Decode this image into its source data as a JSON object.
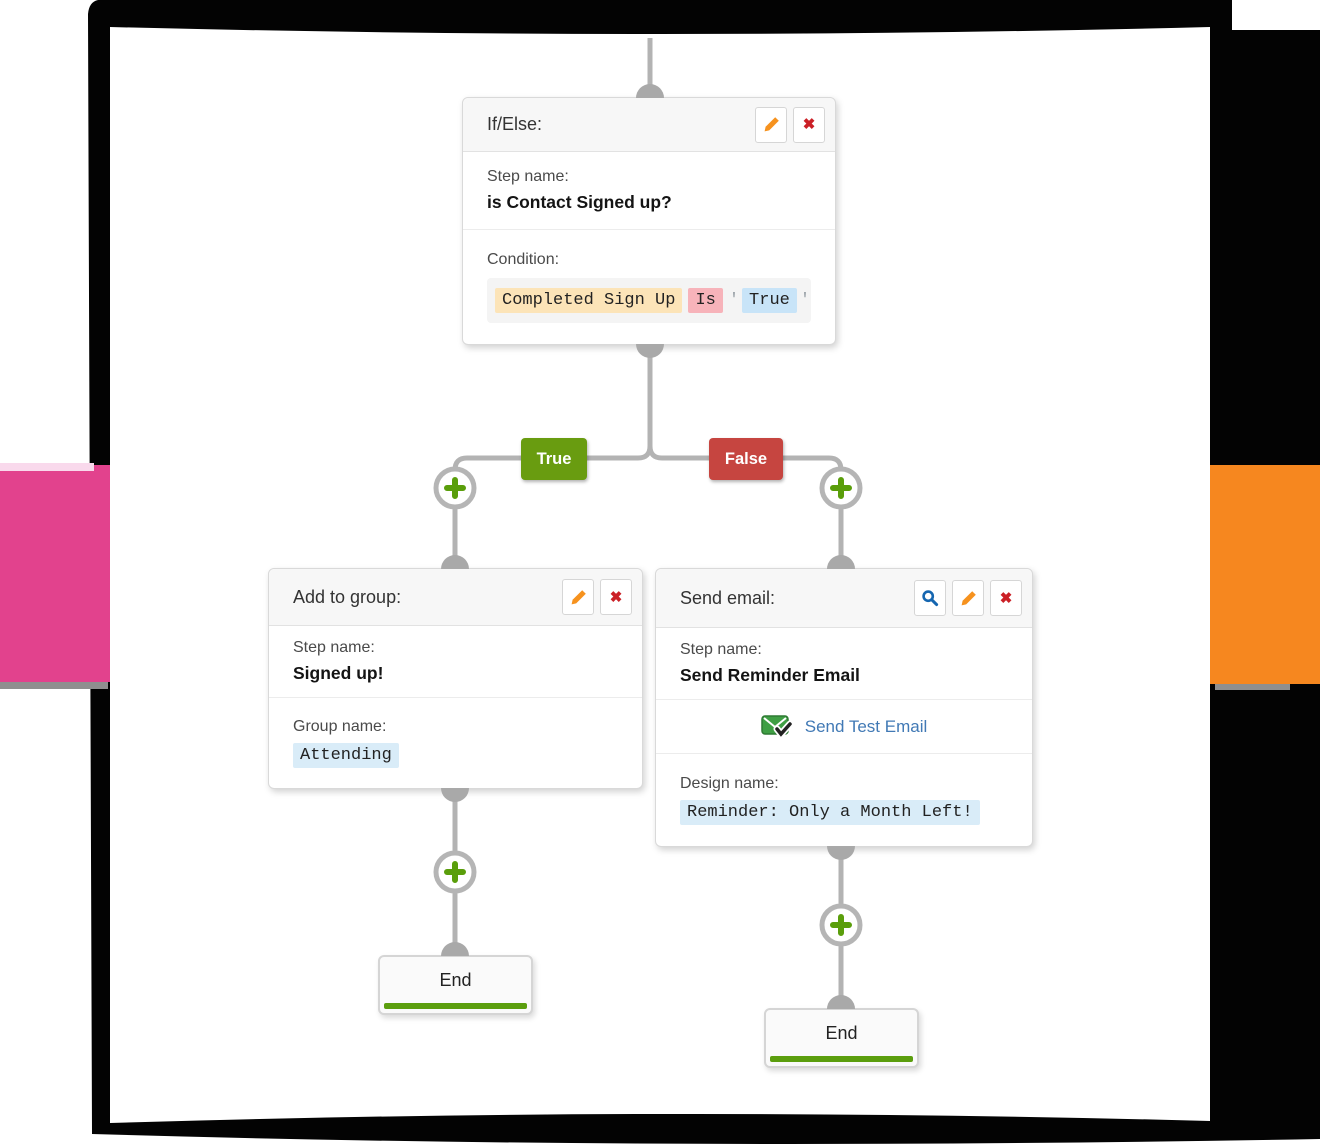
{
  "colors": {
    "frame_black": "#030303",
    "accent_pink": "#e2428d",
    "accent_orange": "#f6871f",
    "connector_gray": "#b3b3b3",
    "cap_gray": "#a9a9a9",
    "true_green": "#699c10",
    "false_red": "#c64540",
    "plus_green": "#5a9e0b",
    "edit_orange": "#f6921e",
    "delete_red": "#cb2026",
    "search_blue": "#1566b0",
    "link_blue": "#4179b5",
    "chip_field_bg": "#fce4b8",
    "chip_operator_bg": "#f7b3ba",
    "chip_value_bg": "#c8e4f8",
    "end_bar_green": "#5b9e0e"
  },
  "branch": {
    "true_label": "True",
    "false_label": "False"
  },
  "if_else": {
    "title": "If/Else:",
    "step_name_label": "Step name:",
    "step_name_value": "is Contact Signed up?",
    "condition_label": "Condition:",
    "condition": {
      "field": "Completed Sign Up",
      "operator": "Is",
      "open_quote": "'",
      "value": "True",
      "close_quote": "'"
    }
  },
  "add_to_group": {
    "title": "Add to group:",
    "step_name_label": "Step name:",
    "step_name_value": "Signed up!",
    "group_name_label": "Group name:",
    "group_name_value": "Attending"
  },
  "send_email": {
    "title": "Send email:",
    "step_name_label": "Step name:",
    "step_name_value": "Send Reminder Email",
    "send_test_label": "Send Test Email",
    "design_name_label": "Design name:",
    "design_name_value": "Reminder: Only a Month Left!"
  },
  "end_nodes": {
    "left_label": "End",
    "right_label": "End"
  },
  "icons": {
    "close": "✖"
  }
}
